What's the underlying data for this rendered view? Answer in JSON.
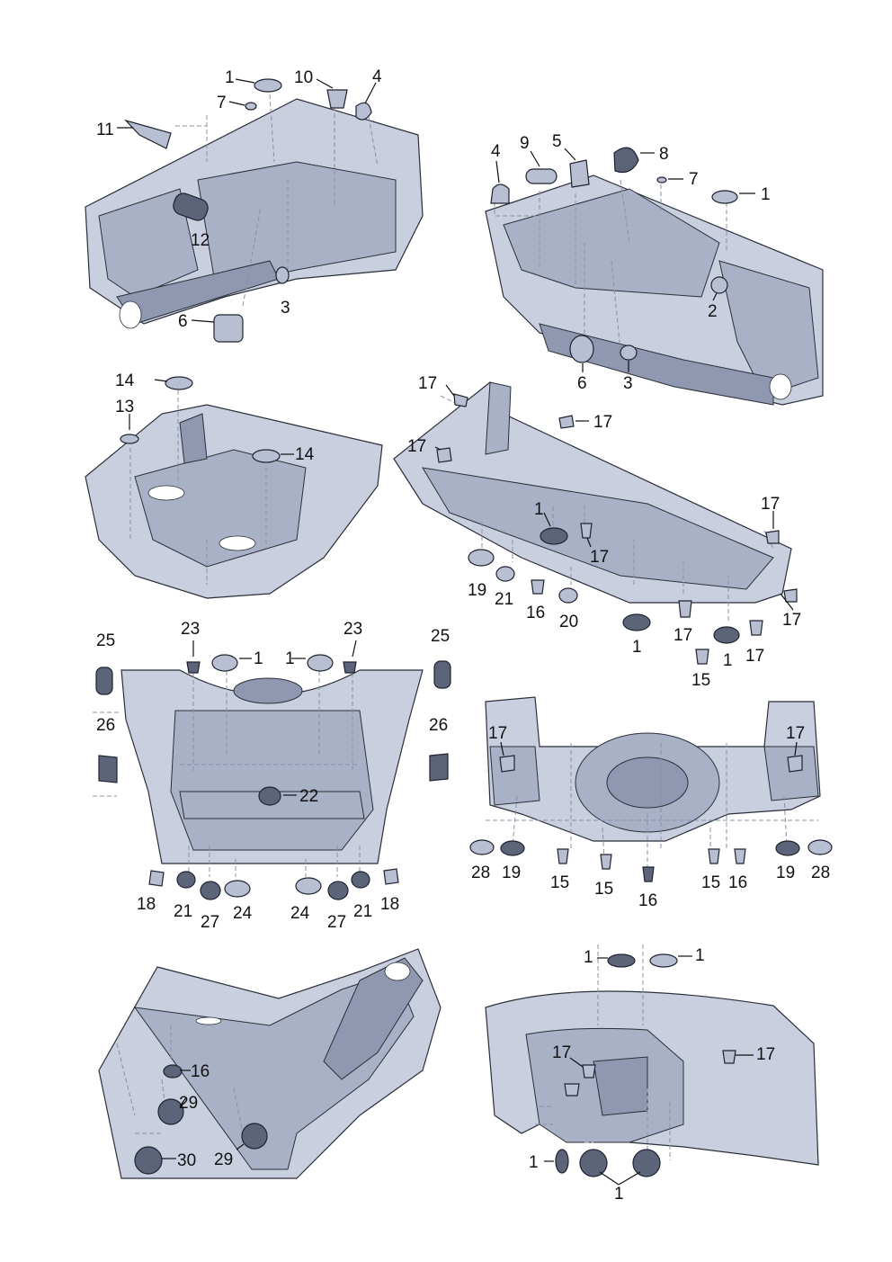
{
  "labels": {
    "p1": "1",
    "p2": "2",
    "p3": "3",
    "p4": "4",
    "p5": "5",
    "p6": "6",
    "p7": "7",
    "p8": "8",
    "p9": "9",
    "p10": "10",
    "p11": "11",
    "p12": "12",
    "p13": "13",
    "p14": "14",
    "p15": "15",
    "p16": "16",
    "p17": "17",
    "p18": "18",
    "p19": "19",
    "p20": "20",
    "p21": "21",
    "p22": "22",
    "p23": "23",
    "p24": "24",
    "p25": "25",
    "p26": "26",
    "p27": "27",
    "p28": "28",
    "p29": "29",
    "p30": "30"
  }
}
